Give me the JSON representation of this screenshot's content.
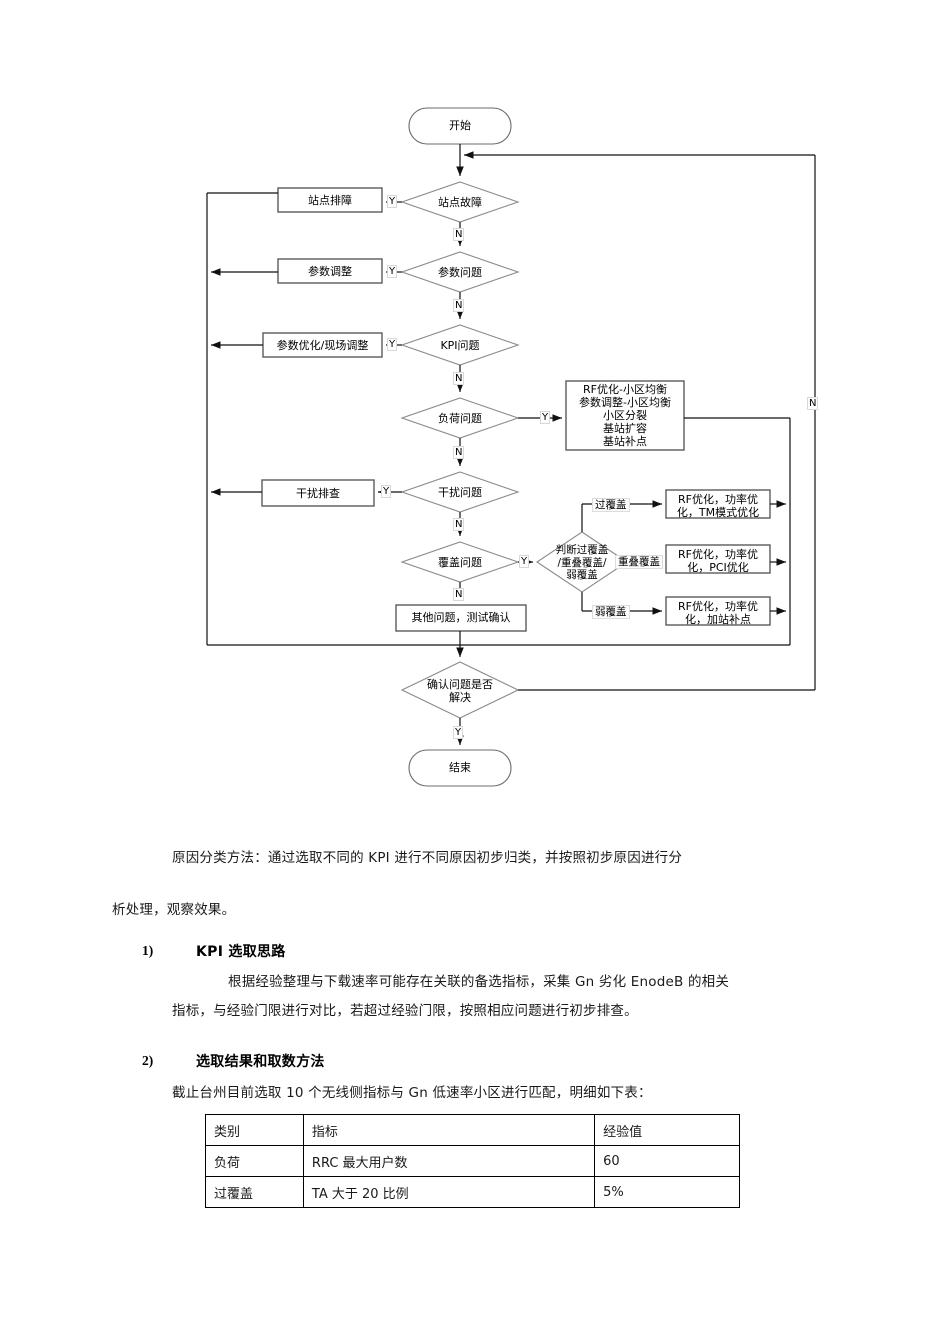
{
  "flowchart": {
    "nodes": {
      "start": "开始",
      "end": "结束",
      "d_site_fault": "站点故障",
      "d_param_issue": "参数问题",
      "d_kpi_issue": "KPI问题",
      "d_load_issue": "负荷问题",
      "d_interf_issue": "干扰问题",
      "d_coverage_issue": "覆盖问题",
      "d_coverage_judge": "判断过覆盖\n/重叠覆盖/\n弱覆盖",
      "d_confirm": "确认问题是否\n解决",
      "p_site_repair": "站点排障",
      "p_param_adjust": "参数调整",
      "p_param_opt": "参数优化/现场调整",
      "p_interf_check": "干扰排查",
      "p_other": "其他问题，测试确认",
      "p_load_actions": "RF优化-小区均衡\n参数调整-小区均衡\n小区分裂\n基站扩容\n基站补点",
      "p_over_cov": "RF优化，功率优\n化，TM模式优化",
      "p_overlap_cov": "RF优化，功率优\n化，PCI优化",
      "p_weak_cov": "RF优化，功率优\n化，加站补点"
    },
    "edge_labels": {
      "y": "Y",
      "n": "N"
    },
    "branch_labels": {
      "over_coverage": "过覆盖",
      "overlap_coverage": "重叠覆盖",
      "weak_coverage": "弱覆盖"
    }
  },
  "body": {
    "intro_line1": "原因分类方法：通过选取不同的 KPI 进行不同原因初步归类，并按照初步原因进行分",
    "intro_line2": "析处理，观察效果。",
    "section1": {
      "number": "1)",
      "heading": "KPI 选取思路",
      "line1": "根据经验整理与下载速率可能存在关联的备选指标，采集 Gn 劣化 EnodeB 的相关",
      "line2": "指标，与经验门限进行对比，若超过经验门限，按照相应问题进行初步排查。"
    },
    "section2": {
      "number": "2)",
      "heading": "选取结果和取数方法",
      "line1": "截止台州目前选取 10 个无线侧指标与 Gn 低速率小区进行匹配，明细如下表："
    }
  },
  "table": {
    "headers": [
      "类别",
      "指标",
      "经验值"
    ],
    "rows": [
      [
        "负荷",
        "RRC 最大用户数",
        "60"
      ],
      [
        "过覆盖",
        "TA 大于 20 比例",
        "5%"
      ]
    ]
  }
}
